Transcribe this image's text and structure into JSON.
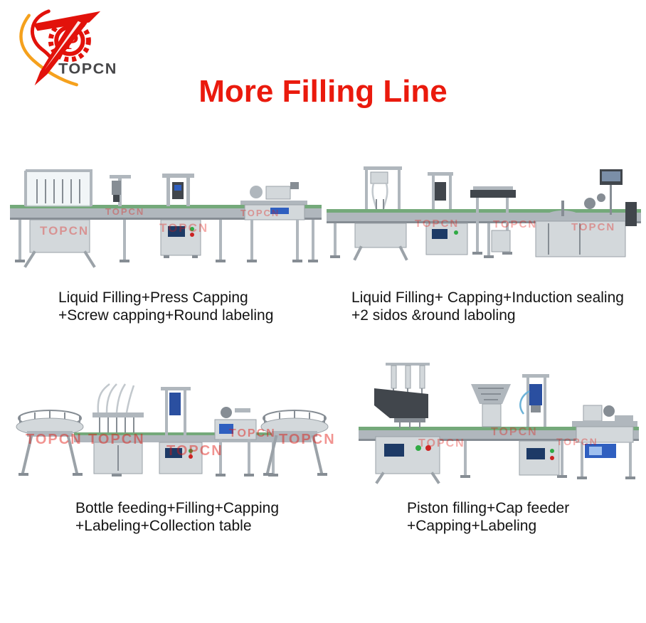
{
  "brand": {
    "name": "TOPCN",
    "logo_red": "#e2120b",
    "logo_orange": "#f5a11d",
    "logo_text_color": "#474749"
  },
  "title": {
    "text": "More Filling Line",
    "color": "#ea1a0d"
  },
  "watermark": {
    "text": "TOPCN",
    "color": "#e2120b"
  },
  "palette": {
    "steel_light": "#d3d8db",
    "steel_mid": "#b0b7bd",
    "belt_green": "#74a97a",
    "accent_blue": "#2f5fc0",
    "panel_dark": "#41464c"
  },
  "products": [
    {
      "name": "filling-line-1",
      "caption_line1": "Liquid Filling+Press Capping",
      "caption_line2": "+Screw capping+Round labeling"
    },
    {
      "name": "filling-line-2",
      "caption_line1": "Liquid Filling+ Capping+Induction sealing",
      "caption_line2": "+2 sidos &round laboling"
    },
    {
      "name": "filling-line-3",
      "caption_line1": "Bottle feeding+Filling+Capping",
      "caption_line2": "+Labeling+Collection table"
    },
    {
      "name": "filling-line-4",
      "caption_line1": "Piston filling+Cap feeder",
      "caption_line2": "+Capping+Labeling"
    }
  ]
}
